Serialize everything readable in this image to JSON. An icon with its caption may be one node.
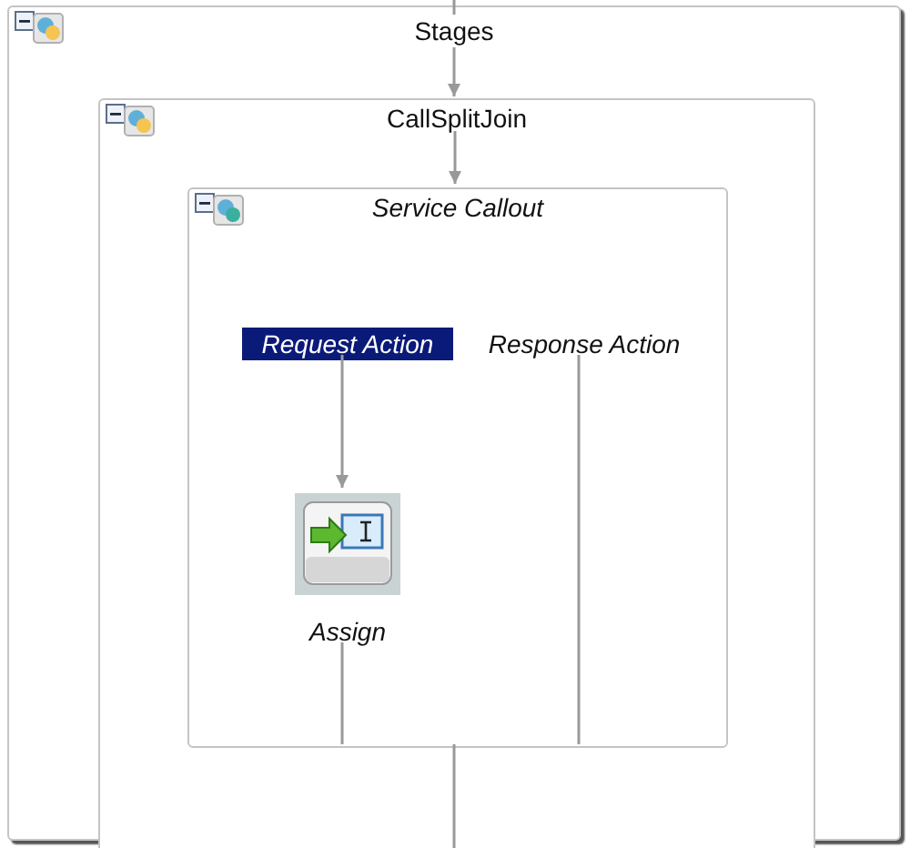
{
  "diagram": {
    "nodes": [
      {
        "text": [
          "Stages"
        ]
      },
      {
        "text": [
          "CallSplitJoin"
        ],
        "in": 0
      },
      {
        "text": [
          "Service Callout"
        ],
        "in": 1
      },
      {
        "text": [
          "Request Action"
        ],
        "in": 2
      },
      {
        "text": [
          "Response Action"
        ],
        "in": 2
      },
      {
        "text": [
          "Assign"
        ],
        "in": 2
      }
    ],
    "edges": [
      {
        "from": null,
        "to": 0,
        "arrow": "none"
      },
      {
        "from": 0,
        "to": 1,
        "arrow": "to"
      },
      {
        "from": 1,
        "to": 2,
        "arrow": "to"
      },
      {
        "from": 3,
        "to": 5,
        "arrow": "to"
      },
      {
        "from": 5,
        "to": 2,
        "arrow": "none"
      },
      {
        "from": 4,
        "to": 2,
        "arrow": "none"
      },
      {
        "from": 2,
        "to": null,
        "arrow": "none"
      }
    ]
  }
}
